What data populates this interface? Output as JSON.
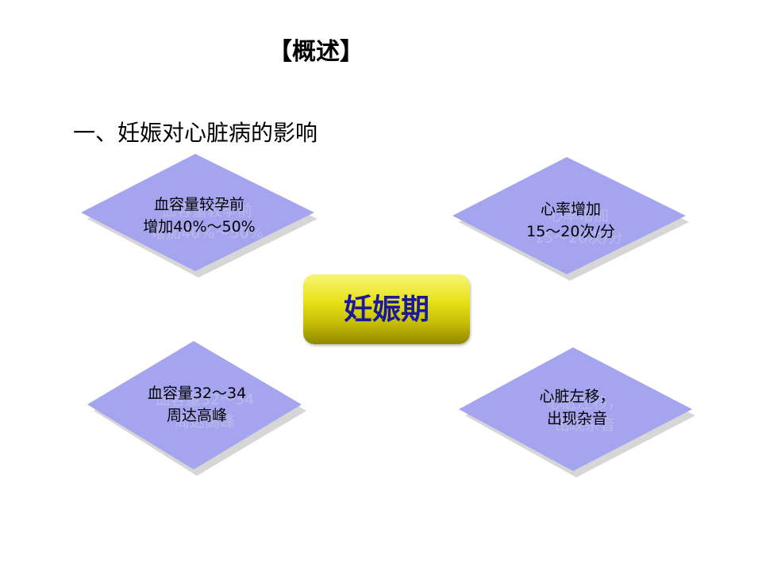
{
  "slide": {
    "title": "【概述】",
    "subtitle": "一、妊娠对心脏病的影响",
    "center": {
      "label": "妊娠期"
    },
    "diamonds": [
      {
        "line1": "血容量较孕前",
        "line2": "增加40%～50%"
      },
      {
        "line1": "心率增加",
        "line2": "15～20次/分"
      },
      {
        "line1": "血容量32～34",
        "line2": "周达高峰"
      },
      {
        "line1": "心脏左移，",
        "line2": "出现杂音"
      }
    ]
  },
  "colors": {
    "diamond_fill": "#a5a5ef",
    "diamond_shadow": "#d5d5d5",
    "center_text": "#1a1a99",
    "center_fill": "#e7e21a"
  }
}
